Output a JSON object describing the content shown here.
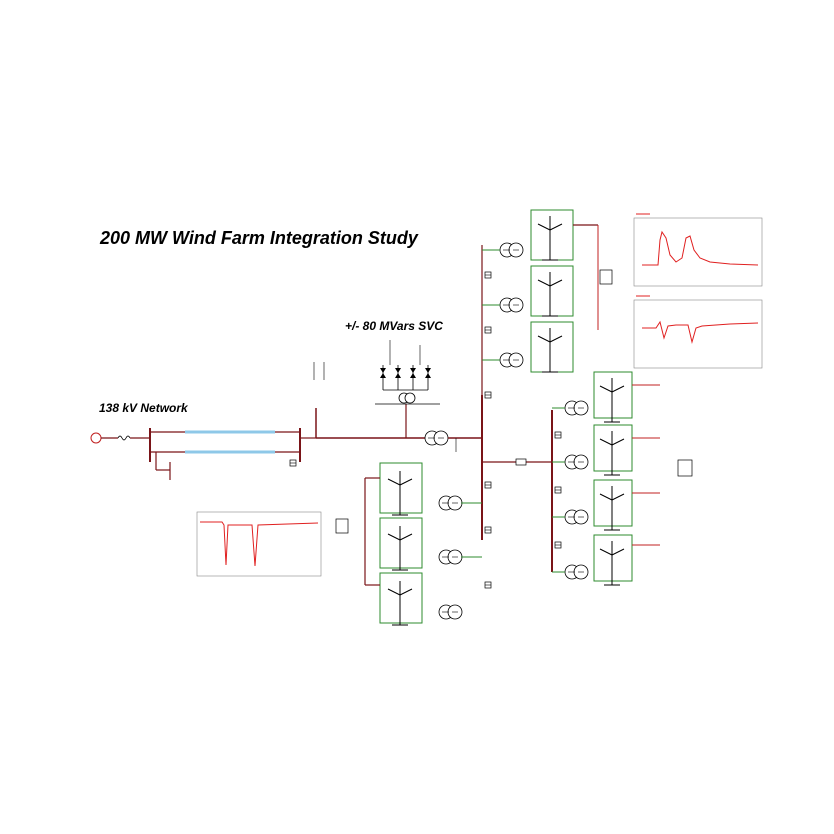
{
  "diagram": {
    "title": "200 MW Wind Farm Integration Study",
    "svc_label": "+/- 80 MVars SVC",
    "network_label": "138 kV Network"
  },
  "colors": {
    "bus": "#7a1418",
    "feeder_green": "#2e8b2e",
    "line_blue": "#8ec8e8",
    "plot_trace": "#e02020",
    "tag_purple": "#a0288c"
  },
  "icons": [
    "wind-turbine-icon",
    "generator-icon",
    "transformer-icon",
    "breaker-icon",
    "svc-thyristor-icon",
    "source-icon"
  ]
}
